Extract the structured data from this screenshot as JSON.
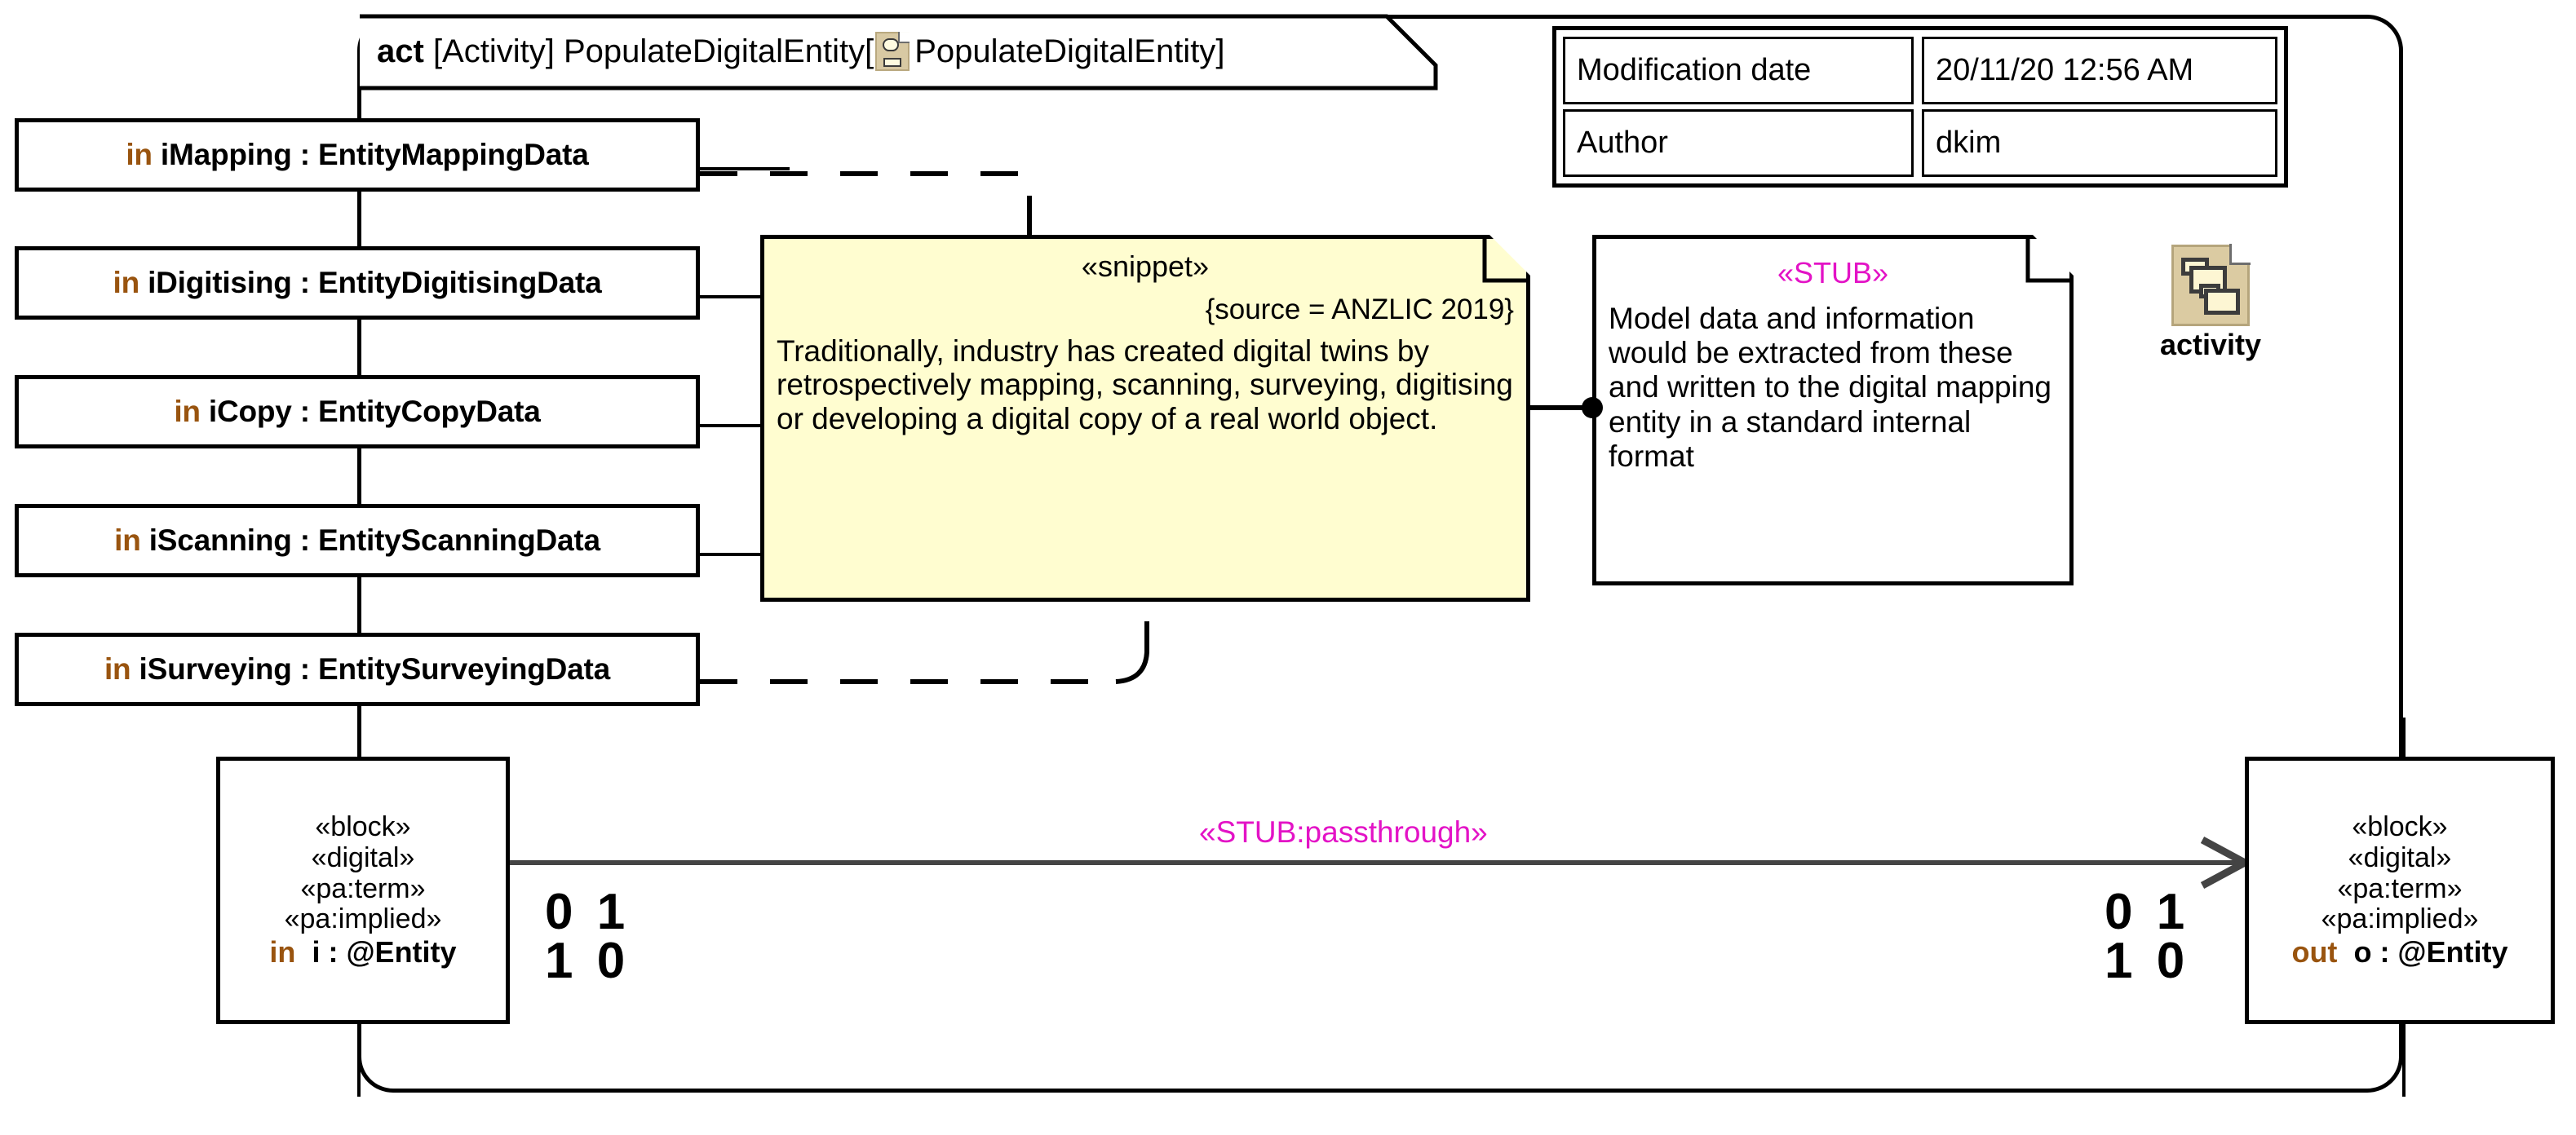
{
  "frame": {
    "keyword": "act",
    "qualifier": "[Activity]",
    "name": "PopulateDigitalEntity",
    "open_bracket": "[",
    "inner_name": "PopulateDigitalEntity",
    "close_bracket": "]",
    "icon": "activity-diagram-icon"
  },
  "metadata": {
    "rows": [
      {
        "key": "Modification date",
        "value": "20/11/20 12:56 AM"
      },
      {
        "key": "Author",
        "value": "dkim"
      }
    ]
  },
  "input_parameters": [
    {
      "direction": "in",
      "name": "iMapping",
      "type": "EntityMappingData"
    },
    {
      "direction": "in",
      "name": "iDigitising",
      "type": "EntityDigitisingData"
    },
    {
      "direction": "in",
      "name": "iCopy",
      "type": "EntityCopyData"
    },
    {
      "direction": "in",
      "name": "iScanning",
      "type": "EntityScanningData"
    },
    {
      "direction": "in",
      "name": "iSurveying",
      "type": "EntitySurveyingData"
    }
  ],
  "snippet_note": {
    "stereotype": "«snippet»",
    "tagged_value": "{source = ANZLIC 2019}",
    "text": "Traditionally, industry has created digital twins by retrospectively mapping, scanning, surveying, digitising or developing a digital copy of a real world object.",
    "background_color": "#fffdd0"
  },
  "stub_note": {
    "stereotype": "«STUB»",
    "stereotype_color": "#e313c6",
    "text": "Model data and information would be extracted from these and written to the digital mapping entity in a standard internal format"
  },
  "legend": {
    "icon": "activity-icon",
    "label": "activity"
  },
  "input_block": {
    "stereotypes": [
      "«block»",
      "«digital»",
      "«pa:term»",
      "«pa:implied»"
    ],
    "direction": "in",
    "pin": "i : @Entity",
    "binary_top": "0 1",
    "binary_bottom": "1 0"
  },
  "output_block": {
    "stereotypes": [
      "«block»",
      "«digital»",
      "«pa:term»",
      "«pa:implied»"
    ],
    "direction": "out",
    "pin": "o : @Entity",
    "binary_top": "0 1",
    "binary_bottom": "1 0"
  },
  "flow": {
    "label": "«STUB:passthrough»",
    "label_color": "#e313c6",
    "line_color": "#444444"
  },
  "colors": {
    "keyword_brown": "#99540f",
    "magenta": "#e313c6",
    "note_yellow": "#fffdd0",
    "icon_tan": "#dbcba2",
    "outline_black": "#000000"
  }
}
